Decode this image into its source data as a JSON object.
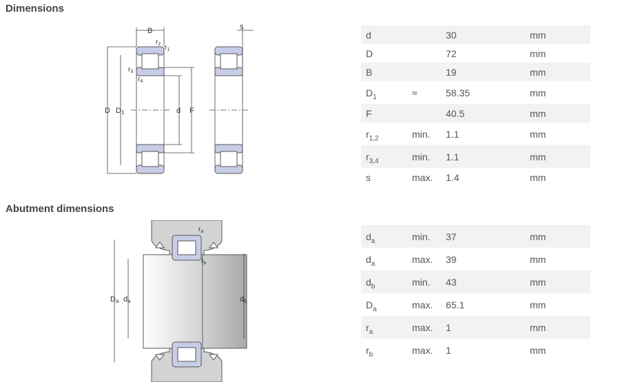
{
  "sections": {
    "dimensions": "Dimensions",
    "abutment": "Abutment dimensions"
  },
  "diagram1_labels": {
    "B": "B",
    "r2": "r",
    "r2_sub": "2",
    "r1": "r",
    "r1_sub": "1",
    "r3": "r",
    "r3_sub": "3",
    "r4": "r",
    "r4_sub": "4",
    "D": "D",
    "D1": "D",
    "D1_sub": "1",
    "d": "d",
    "F": "F",
    "s": "s"
  },
  "diagram2_labels": {
    "Da": "D",
    "Da_sub": "a",
    "da": "d",
    "da_sub": "a",
    "db": "d",
    "db_sub": "b",
    "ra": "r",
    "ra_sub": "a",
    "rb": "r",
    "rb_sub": "b"
  },
  "dimensions": [
    {
      "sym": "d",
      "sub": "",
      "qual": "",
      "val": "30",
      "unit": "mm"
    },
    {
      "sym": "D",
      "sub": "",
      "qual": "",
      "val": "72",
      "unit": "mm"
    },
    {
      "sym": "B",
      "sub": "",
      "qual": "",
      "val": "19",
      "unit": "mm"
    },
    {
      "sym": "D",
      "sub": "1",
      "qual": "≈",
      "val": "58.35",
      "unit": "mm"
    },
    {
      "sym": "F",
      "sub": "",
      "qual": "",
      "val": "40.5",
      "unit": "mm"
    },
    {
      "sym": "r",
      "sub": "1,2",
      "qual": "min.",
      "val": "1.1",
      "unit": "mm"
    },
    {
      "sym": "r",
      "sub": "3,4",
      "qual": "min.",
      "val": "1.1",
      "unit": "mm"
    },
    {
      "sym": "s",
      "sub": "",
      "qual": "max.",
      "val": "1.4",
      "unit": "mm"
    }
  ],
  "abutment": [
    {
      "sym": "d",
      "sub": "a",
      "qual": "min.",
      "val": "37",
      "unit": "mm"
    },
    {
      "sym": "d",
      "sub": "a",
      "qual": "max.",
      "val": "39",
      "unit": "mm"
    },
    {
      "sym": "d",
      "sub": "b",
      "qual": "min.",
      "val": "43",
      "unit": "mm"
    },
    {
      "sym": "D",
      "sub": "a",
      "qual": "max.",
      "val": "65.1",
      "unit": "mm"
    },
    {
      "sym": "r",
      "sub": "a",
      "qual": "max.",
      "val": "1",
      "unit": "mm"
    },
    {
      "sym": "r",
      "sub": "b",
      "qual": "max.",
      "val": "1",
      "unit": "mm"
    }
  ]
}
